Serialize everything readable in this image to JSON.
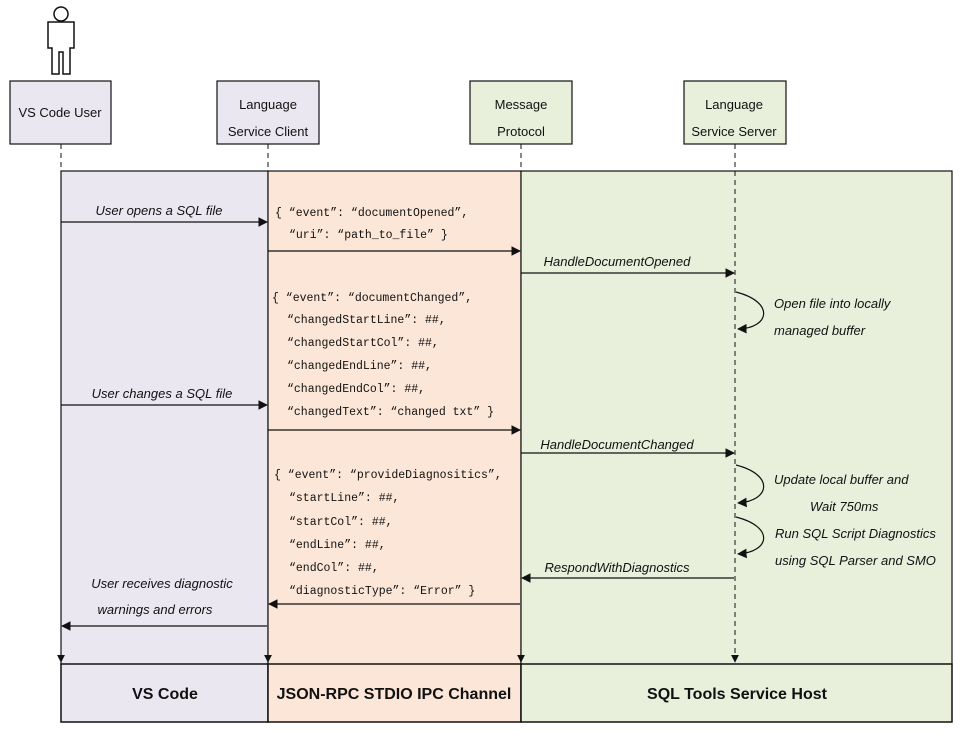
{
  "colors": {
    "vscode_bg": "#ebe7f1",
    "ipc_bg": "#fbe6d7",
    "host_bg": "#e8f0dc",
    "user_box": "#ebe7f1",
    "client_box": "#ebe7f1",
    "protocol_box": "#e8f0dc",
    "server_box": "#e8f0dc",
    "line": "#111111"
  },
  "actor_icon": "person-icon",
  "participants": {
    "user": "VS Code User",
    "client": [
      "Language",
      "Service Client"
    ],
    "protocol": [
      "Message",
      "Protocol"
    ],
    "server": [
      "Language",
      "Service Server"
    ]
  },
  "regions": {
    "vscode": "VS Code",
    "ipc": "JSON-RPC STDIO IPC Channel",
    "host": "SQL Tools Service Host"
  },
  "messages": {
    "user_opens": "User opens a SQL file",
    "handle_opened": "HandleDocumentOpened",
    "user_changes": "User changes a SQL file",
    "handle_changed": "HandleDocumentChanged",
    "respond_diag": "RespondWithDiagnostics",
    "user_receives": [
      "User receives diagnostic",
      "warnings and errors"
    ]
  },
  "self_notes": {
    "open_file": [
      "Open file into locally",
      "managed buffer"
    ],
    "update_buffer": [
      "Update local buffer and",
      "Wait 750ms"
    ],
    "run_diag": [
      "Run SQL Script Diagnostics",
      "using SQL Parser and SMO"
    ]
  },
  "payloads": {
    "opened": [
      "{ “event”: “documentOpened”,",
      "“uri”: “path_to_file” }"
    ],
    "changed": [
      "{ “event”: “documentChanged”,",
      "“changedStartLine”: ##,",
      "“changedStartCol”: ##,",
      "“changedEndLine”: ##,",
      "“changedEndCol”: ##,",
      "“changedText”: “changed txt” }"
    ],
    "diagnostics": [
      "{ “event”: “provideDiagnositics”,",
      "“startLine”: ##,",
      "“startCol”: ##,",
      "“endLine”: ##,",
      "“endCol”: ##,",
      "“diagnosticType”: “Error” }"
    ]
  }
}
